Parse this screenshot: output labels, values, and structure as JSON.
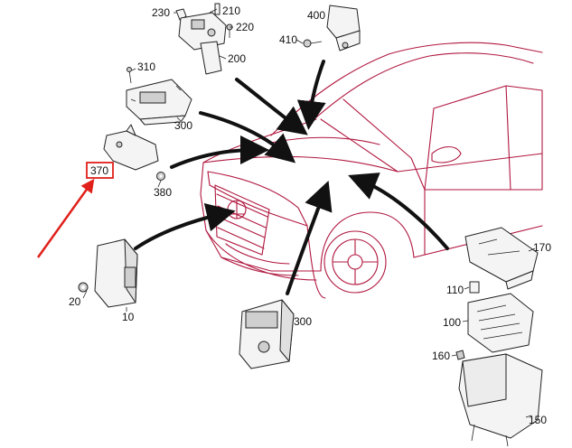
{
  "labels": {
    "p230": "230",
    "p210": "210",
    "p220": "220",
    "p400": "400",
    "p410": "410",
    "p200": "200",
    "p310": "310",
    "p300_top": "300",
    "p370": "370",
    "p380": "380",
    "p170": "170",
    "p110": "110",
    "p100": "100",
    "p20": "20",
    "p10": "10",
    "p300_bottom": "300",
    "p160": "160",
    "p150": "150"
  },
  "colors": {
    "car_outline": "#b0173f",
    "highlight": "#e0201a",
    "arrows": "#111111"
  },
  "highlighted_part": "370"
}
